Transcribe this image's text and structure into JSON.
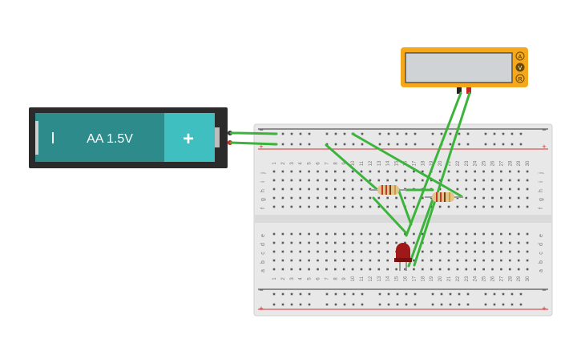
{
  "battery": {
    "label": "AA 1.5V",
    "minus_symbol": "I",
    "plus_symbol": "+",
    "body_color": "#2e8b8b",
    "plus_cap_color": "#3fbfbf"
  },
  "multimeter": {
    "mode_buttons": [
      "A",
      "V",
      "R"
    ],
    "active_mode": "V",
    "body_color": "#f5a81c"
  },
  "breadboard": {
    "columns": 30,
    "top_row_letters": [
      "j",
      "i",
      "h",
      "g",
      "f"
    ],
    "bottom_row_letters": [
      "e",
      "d",
      "c",
      "b",
      "a"
    ],
    "rail_minus_symbol": "−",
    "rail_plus_symbol": "+",
    "rail_minus_color": "#333333",
    "rail_plus_color": "#d62f2f"
  },
  "components": {
    "wire_color": "#3cb43c",
    "led_color": "#a01818",
    "resistor_color": "#e2c58a"
  }
}
